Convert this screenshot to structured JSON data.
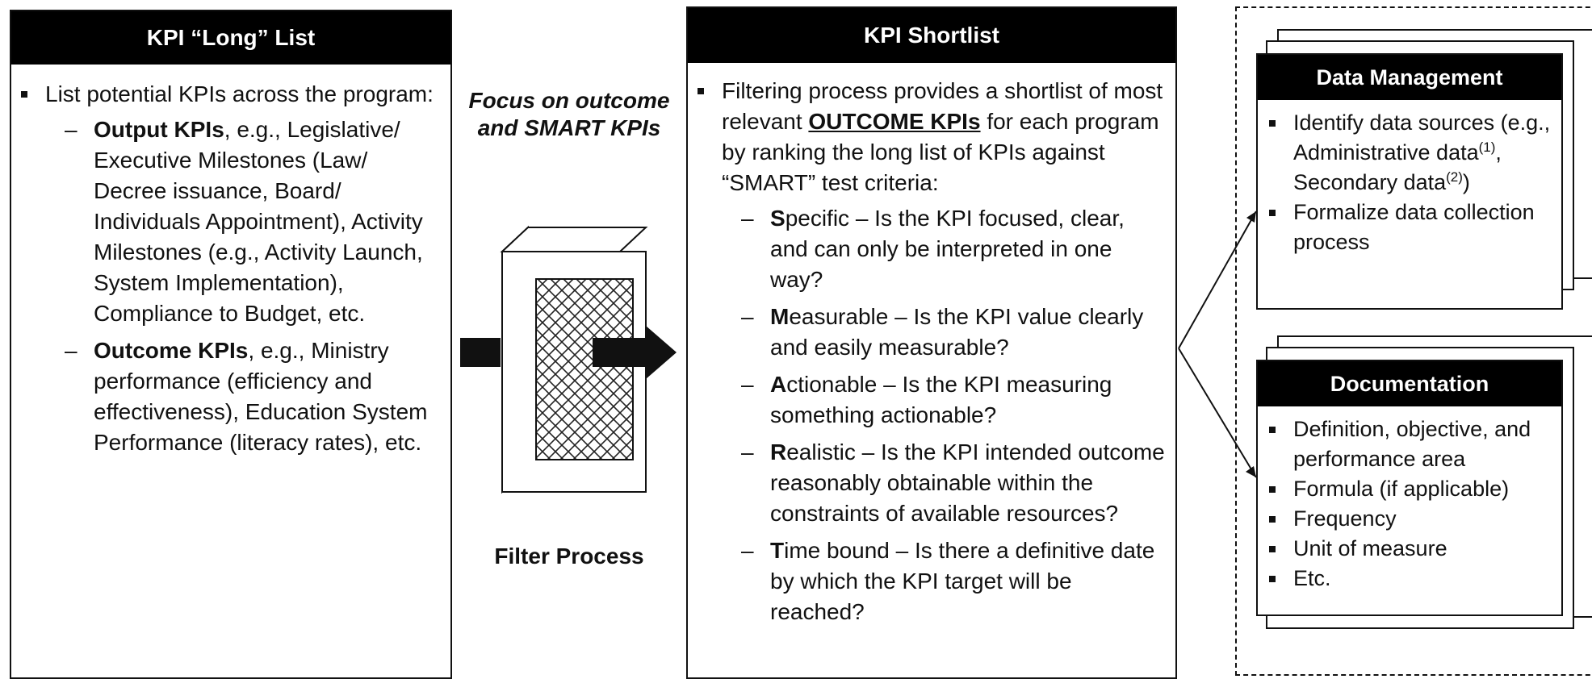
{
  "long_list": {
    "title": "KPI “Long” List",
    "intro": "List potential KPIs across the program:",
    "items": [
      {
        "label": "Output KPIs",
        "text": ", e.g., Legislative/ Executive Milestones (Law/ Decree issuance, Board/ Individuals Appointment), Activity Milestones (e.g., Activity Launch, System Implementation), Compliance to Budget, etc."
      },
      {
        "label": "Outcome KPIs",
        "text": ", e.g., Ministry performance (efficiency and effectiveness), Education System Performance (literacy rates), etc."
      }
    ]
  },
  "filter": {
    "focus_label": "Focus on outcome and SMART KPIs",
    "process_label": "Filter Process"
  },
  "shortlist": {
    "title": "KPI Shortlist",
    "intro_before": "Filtering process provides a shortlist of most relevant ",
    "intro_emphasis": "OUTCOME KPIs",
    "intro_after": " for each program by ranking the long list of KPIs against “SMART” test criteria:",
    "criteria": [
      {
        "letter": "S",
        "rest": "pecific – Is the KPI focused, clear, and can only be interpreted in one way?"
      },
      {
        "letter": "M",
        "rest": "easurable – Is the KPI value clearly and easily measurable?"
      },
      {
        "letter": "A",
        "rest": "ctionable – Is the KPI measuring something actionable?"
      },
      {
        "letter": "R",
        "rest": "ealistic – Is the KPI intended outcome reasonably obtainable within the constraints of available resources?"
      },
      {
        "letter": "T",
        "rest": "ime bound – Is there a definitive date by which the KPI target will be reached?"
      }
    ]
  },
  "data_management": {
    "title": "Data Management",
    "item1_a": "Identify data sources (e.g., Administrative data",
    "item1_sup1": "(1)",
    "item1_b": ", Secondary data",
    "item1_sup2": "(2)",
    "item1_c": ")",
    "item2": "Formalize data collection process"
  },
  "documentation": {
    "title": "Documentation",
    "items": [
      "Definition, objective, and performance area",
      "Formula (if applicable)",
      "Frequency",
      "Unit of measure",
      "Etc."
    ]
  }
}
